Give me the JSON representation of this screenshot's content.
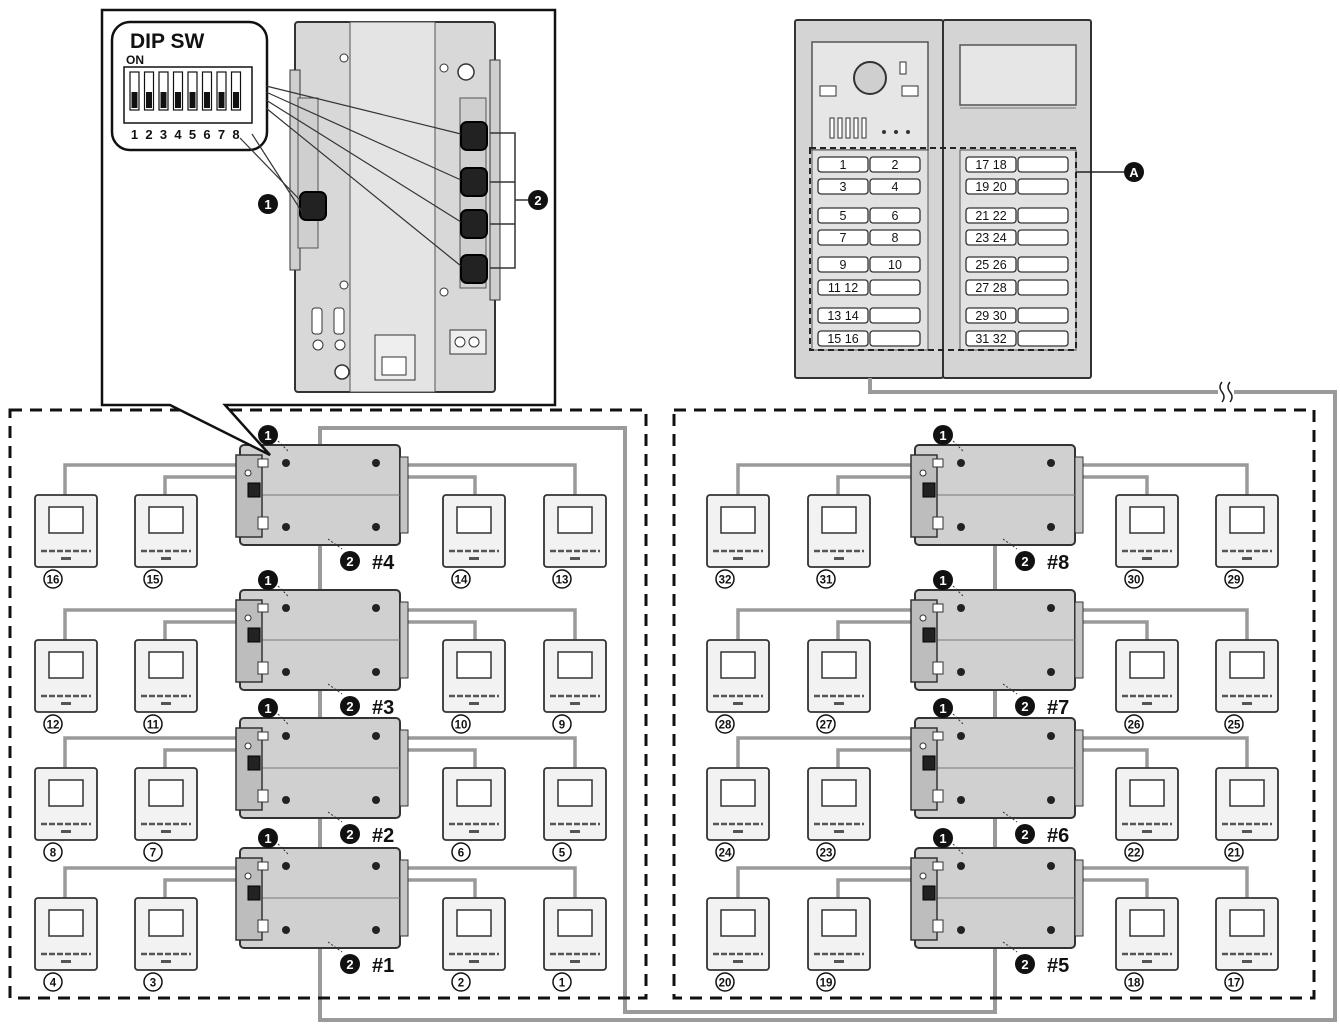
{
  "dip_switch": {
    "title": "DIP SW",
    "on_label": "ON",
    "positions": [
      "1",
      "2",
      "3",
      "4",
      "5",
      "6",
      "7",
      "8"
    ]
  },
  "callouts": {
    "dip_switch_marker": "1",
    "connector_marker": "2",
    "button_area_marker": "A"
  },
  "panel_buttons": {
    "left": [
      "1",
      "2",
      "3",
      "4",
      "5",
      "6",
      "7",
      "8",
      "9",
      "10",
      "11 12",
      "13 14",
      "15 16"
    ],
    "right": [
      "17 18",
      "19 20",
      "21 22",
      "23 24",
      "25 26",
      "27 28",
      "29 30",
      "31 32"
    ]
  },
  "groups": [
    {
      "label": "#4",
      "monitors": [
        "16",
        "15",
        "14",
        "13"
      ]
    },
    {
      "label": "#3",
      "monitors": [
        "12",
        "11",
        "10",
        "9"
      ]
    },
    {
      "label": "#2",
      "monitors": [
        "8",
        "7",
        "6",
        "5"
      ]
    },
    {
      "label": "#1",
      "monitors": [
        "4",
        "3",
        "2",
        "1"
      ]
    },
    {
      "label": "#8",
      "monitors": [
        "32",
        "31",
        "30",
        "29"
      ]
    },
    {
      "label": "#7",
      "monitors": [
        "28",
        "27",
        "26",
        "25"
      ]
    },
    {
      "label": "#6",
      "monitors": [
        "24",
        "23",
        "22",
        "21"
      ]
    },
    {
      "label": "#5",
      "monitors": [
        "20",
        "19",
        "18",
        "17"
      ]
    }
  ]
}
